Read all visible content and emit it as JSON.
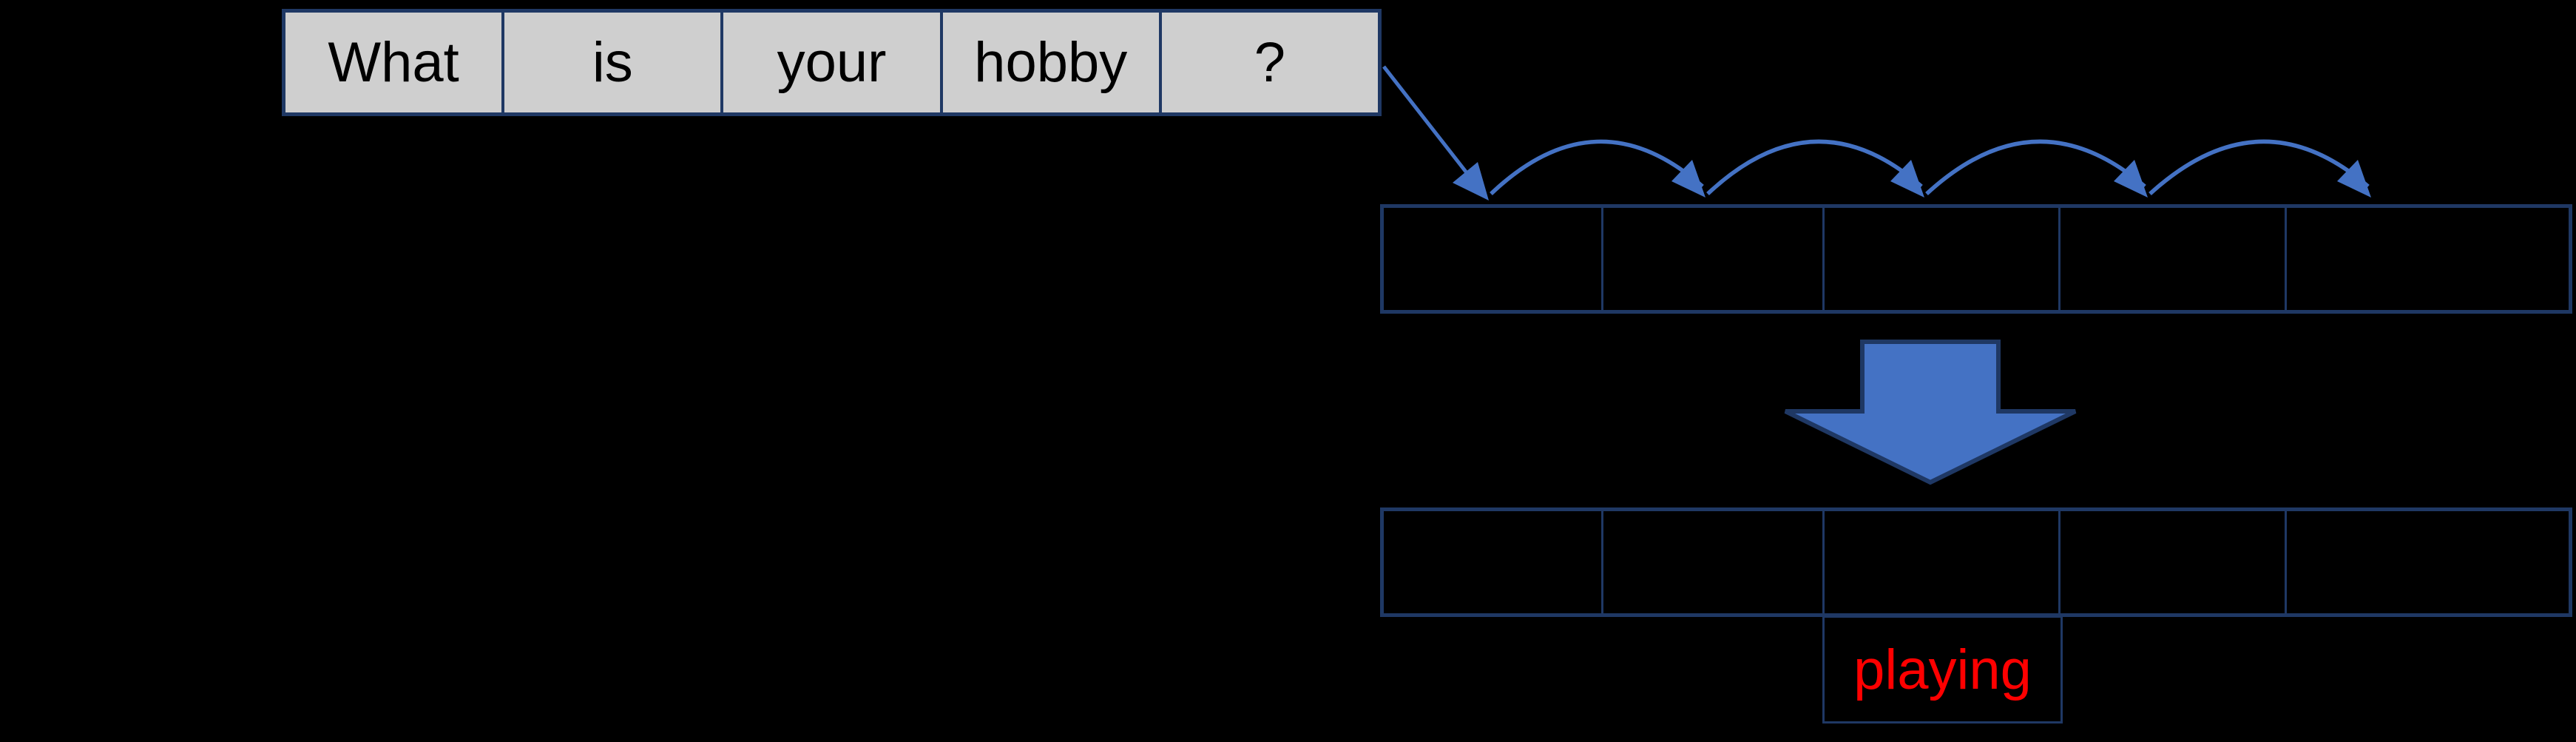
{
  "canvas": {
    "background": "#000000"
  },
  "sentence_row": {
    "cells": [
      "What",
      "is",
      "your",
      "hobby",
      "?"
    ]
  },
  "upper_row": {
    "cells": [
      "",
      "",
      "",
      "",
      ""
    ]
  },
  "lower_row": {
    "cells": [
      "",
      "",
      "",
      "",
      ""
    ]
  },
  "prediction": {
    "label": "playing"
  },
  "colors": {
    "background": "#000000",
    "cell_fill": "#CFCFCF",
    "border_navy": "#1F3864",
    "arrow_blue": "#4472C4",
    "prediction_red": "#FF0000",
    "word_text": "#000000"
  },
  "icons": {
    "flow_arrow": "diagonal-line-arrow-shape",
    "hop_arc": "curved-hop-arc-arrow-shape",
    "big_down_arrow": "filled-block-down-arrow-shape"
  }
}
